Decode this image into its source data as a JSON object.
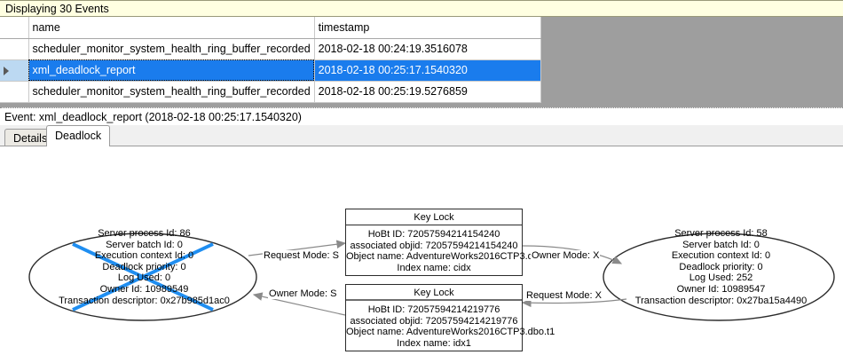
{
  "banner": {
    "text": "Displaying 30 Events"
  },
  "grid": {
    "columns": [
      "",
      "name",
      "timestamp"
    ],
    "rows": [
      {
        "selected": false,
        "marker": "",
        "name": "scheduler_monitor_system_health_ring_buffer_recorded",
        "timestamp": "2018-02-18 00:24:19.3516078"
      },
      {
        "selected": true,
        "marker": "row-selector-arrow-icon",
        "name": "xml_deadlock_report",
        "timestamp": "2018-02-18 00:25:17.1540320"
      },
      {
        "selected": false,
        "marker": "",
        "name": "scheduler_monitor_system_health_ring_buffer_recorded",
        "timestamp": "2018-02-18 00:25:19.5276859"
      }
    ]
  },
  "event_caption": {
    "text": "Event: xml_deadlock_report (2018-02-18 00:25:17.1540320)"
  },
  "tabs": [
    {
      "label": "Details",
      "active": false
    },
    {
      "label": "Deadlock",
      "active": true
    }
  ],
  "deadlock": {
    "victim_marker_color": "#1f8ef1",
    "node_border_color": "#2b2b2b",
    "process_left": {
      "is_victim": true,
      "lines": [
        "Server process Id: 86",
        "Server batch Id: 0",
        "Execution context Id: 0",
        "Deadlock priority: 0",
        "Log Used: 0",
        "Owner Id: 10989549",
        "Transaction descriptor: 0x27b985d1ac0"
      ]
    },
    "process_right": {
      "is_victim": false,
      "lines": [
        "Server process Id: 58",
        "Server batch Id: 0",
        "Execution context Id: 0",
        "Deadlock priority: 0",
        "Log Used: 252",
        "Owner Id: 10989547",
        "Transaction descriptor: 0x27ba15a4490"
      ]
    },
    "resource_top": {
      "title": "Key Lock",
      "lines": [
        "HoBt ID: 72057594214154240",
        "associated objid: 72057594214154240",
        "Object name: AdventureWorks2016CTP3.dbo.t1",
        "Index name: cidx"
      ]
    },
    "resource_bottom": {
      "title": "Key Lock",
      "lines": [
        "HoBt ID: 72057594214219776",
        "associated objid: 72057594214219776",
        "Object name: AdventureWorks2016CTP3.dbo.t1",
        "Index name: idx1"
      ]
    },
    "edges": {
      "left_request": "Request Mode: S",
      "right_owner": "Owner Mode: X",
      "left_owner": "Owner Mode: S",
      "right_request": "Request Mode: X"
    }
  }
}
